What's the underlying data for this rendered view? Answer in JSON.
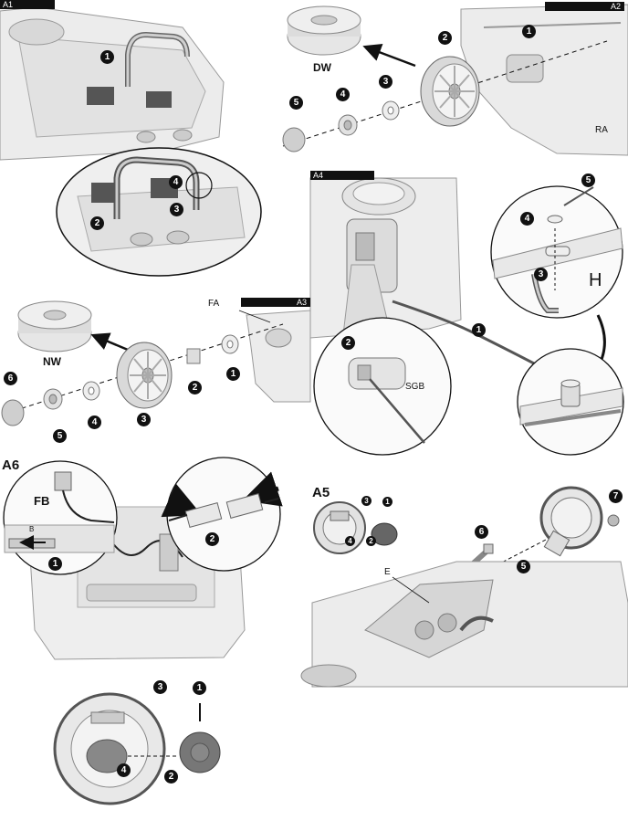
{
  "panels": {
    "a1": {
      "tag": "A1",
      "callouts": [
        "1",
        "2",
        "3",
        "4"
      ]
    },
    "a2": {
      "tag": "A2",
      "wheel_label": "DW",
      "axle_label": "RA",
      "callouts": [
        "1",
        "2",
        "3",
        "4",
        "5"
      ]
    },
    "a3": {
      "tag": "A3",
      "wheel_label": "NW",
      "axle_label": "FA",
      "callouts": [
        "1",
        "2",
        "3",
        "4",
        "5",
        "6"
      ]
    },
    "a4": {
      "tag": "A4",
      "gearbox_label": "SGB",
      "hole_label": "H",
      "callouts": [
        "1",
        "2",
        "3",
        "4",
        "5"
      ]
    },
    "a5": {
      "title": "A5",
      "dash_label": "E",
      "callouts": [
        "1",
        "2",
        "3",
        "4",
        "5",
        "6",
        "7"
      ]
    },
    "a6": {
      "title": "A6",
      "connector_label": "FB",
      "slot_label": "B",
      "callouts": [
        "1",
        "2",
        "3",
        "4"
      ]
    }
  }
}
